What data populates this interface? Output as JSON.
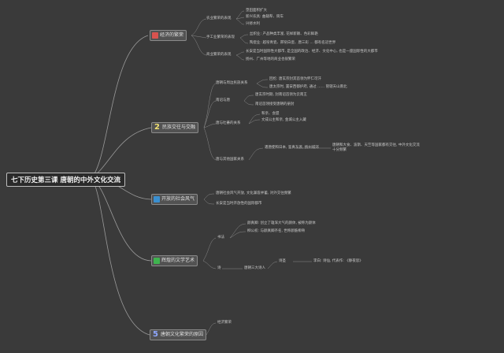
{
  "mindmap": {
    "root": "七下历史第三课 唐朝的中外文化交流",
    "branches": [
      {
        "num": "1",
        "title": "经济的繁荣",
        "children": [
          {
            "text": "农业繁荣的表现",
            "leaves": [
              "垦田面积扩大",
              "新兴农具: 曲辕犁、筒车",
              "兴修水利"
            ]
          },
          {
            "text": "手工业繁荣的表现",
            "leaves": [
              "丝织业: 产品种类丰富, 花样新颖、色彩鲜艳",
              "陶瓷业: 越窑青瓷、邢窑白瓷、唐三彩 … 都有名冠世界"
            ]
          },
          {
            "text": "商业繁荣的表现",
            "leaves": [
              "长安是当时国际性大都市, 是全国的政治、经济、文化中心, 也是一座国际性的大都市",
              "扬州、广州等地的商业也很繁荣"
            ]
          }
        ]
      },
      {
        "num": "2",
        "title": "民族交往与交融",
        "children": [
          {
            "text": "唐朝与周边民族关系",
            "leaves": [
              "回纥: 唐玄宗封其首领为怀仁可汗",
              "唐太宗时, 置安西都护府, 通过 …… 管辖天山南北"
            ]
          },
          {
            "text": "南诏与唐",
            "leaves": [
              "唐玄宗时期, 封南诏首领为云南王",
              "南诏首领接受唐朝的册封"
            ]
          },
          {
            "text": "唐与吐蕃的关系",
            "leaves": [
              "和亲、会盟",
              "文成公主和亲, 金城公主入藏"
            ]
          },
          {
            "text": "唐与其他国家关系",
            "leaves": [
              "遣唐使和日本, 鉴真东渡, 扬州城郊",
              "唐朝和大食、波斯、天竺等国家都有交往, 中外文化交流十分频繁"
            ]
          }
        ]
      },
      {
        "num": "3",
        "title": "开放的社会风气",
        "children": [
          {
            "text": "唐朝社会风气开放, 文化兼容并蓄, 对外交往频繁"
          },
          {
            "text": "长安是当时开放性的国际都市"
          }
        ]
      },
      {
        "num": "4",
        "title": "辉煌的文学艺术",
        "children": [
          {
            "text": "书法",
            "leaves": [
              "颜真卿: 创立了雄浑大气的颜体, 被称为颜体",
              "柳公权: 与颜真卿齐名, 世称颜筋柳骨"
            ]
          },
          {
            "text": "诗",
            "leaves": [
              "唐朝三大诗人",
              "诗圣",
              "李白: 诗仙, 代表作: 《静夜思》"
            ]
          }
        ]
      },
      {
        "num": "5",
        "title": "唐朝文化繁荣的原因",
        "children": [
          {
            "text": "经济繁荣"
          }
        ]
      }
    ]
  }
}
